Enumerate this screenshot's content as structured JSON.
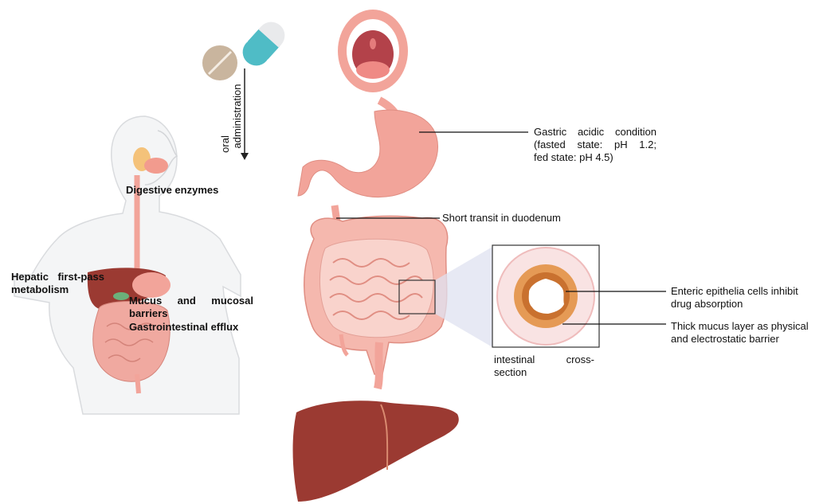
{
  "labels": {
    "oral_administration_1": "oral",
    "oral_administration_2": "administration",
    "digestive_enzymes": "Digestive enzymes",
    "hepatic_1": "Hepatic first-pass",
    "hepatic_2": "metabolism",
    "mucus_1": "Mucus and mucosal",
    "mucus_2": "barriers",
    "efflux": "Gastrointestinal efflux",
    "gastric_1": "Gastric acidic condition",
    "gastric_2": "(fasted state: pH 1.2;",
    "gastric_3": "fed state: pH 4.5)",
    "duodenum": "Short transit in duodenum",
    "enteric_1": "Enteric epithelia cells inhibit",
    "enteric_2": "drug absorption",
    "mucus_layer_1": "Thick mucus layer as physical",
    "mucus_layer_2": "and electrostatic barrier",
    "cross_1": "intestinal cross-",
    "cross_2": "section"
  },
  "colors": {
    "body_outline": "#e9eaec",
    "organ_pink": "#f2a49a",
    "liver": "#9b3a32",
    "capsule_teal": "#4fbcc6",
    "tablet": "#c9b59e",
    "mucus_orange": "#e59a55"
  }
}
